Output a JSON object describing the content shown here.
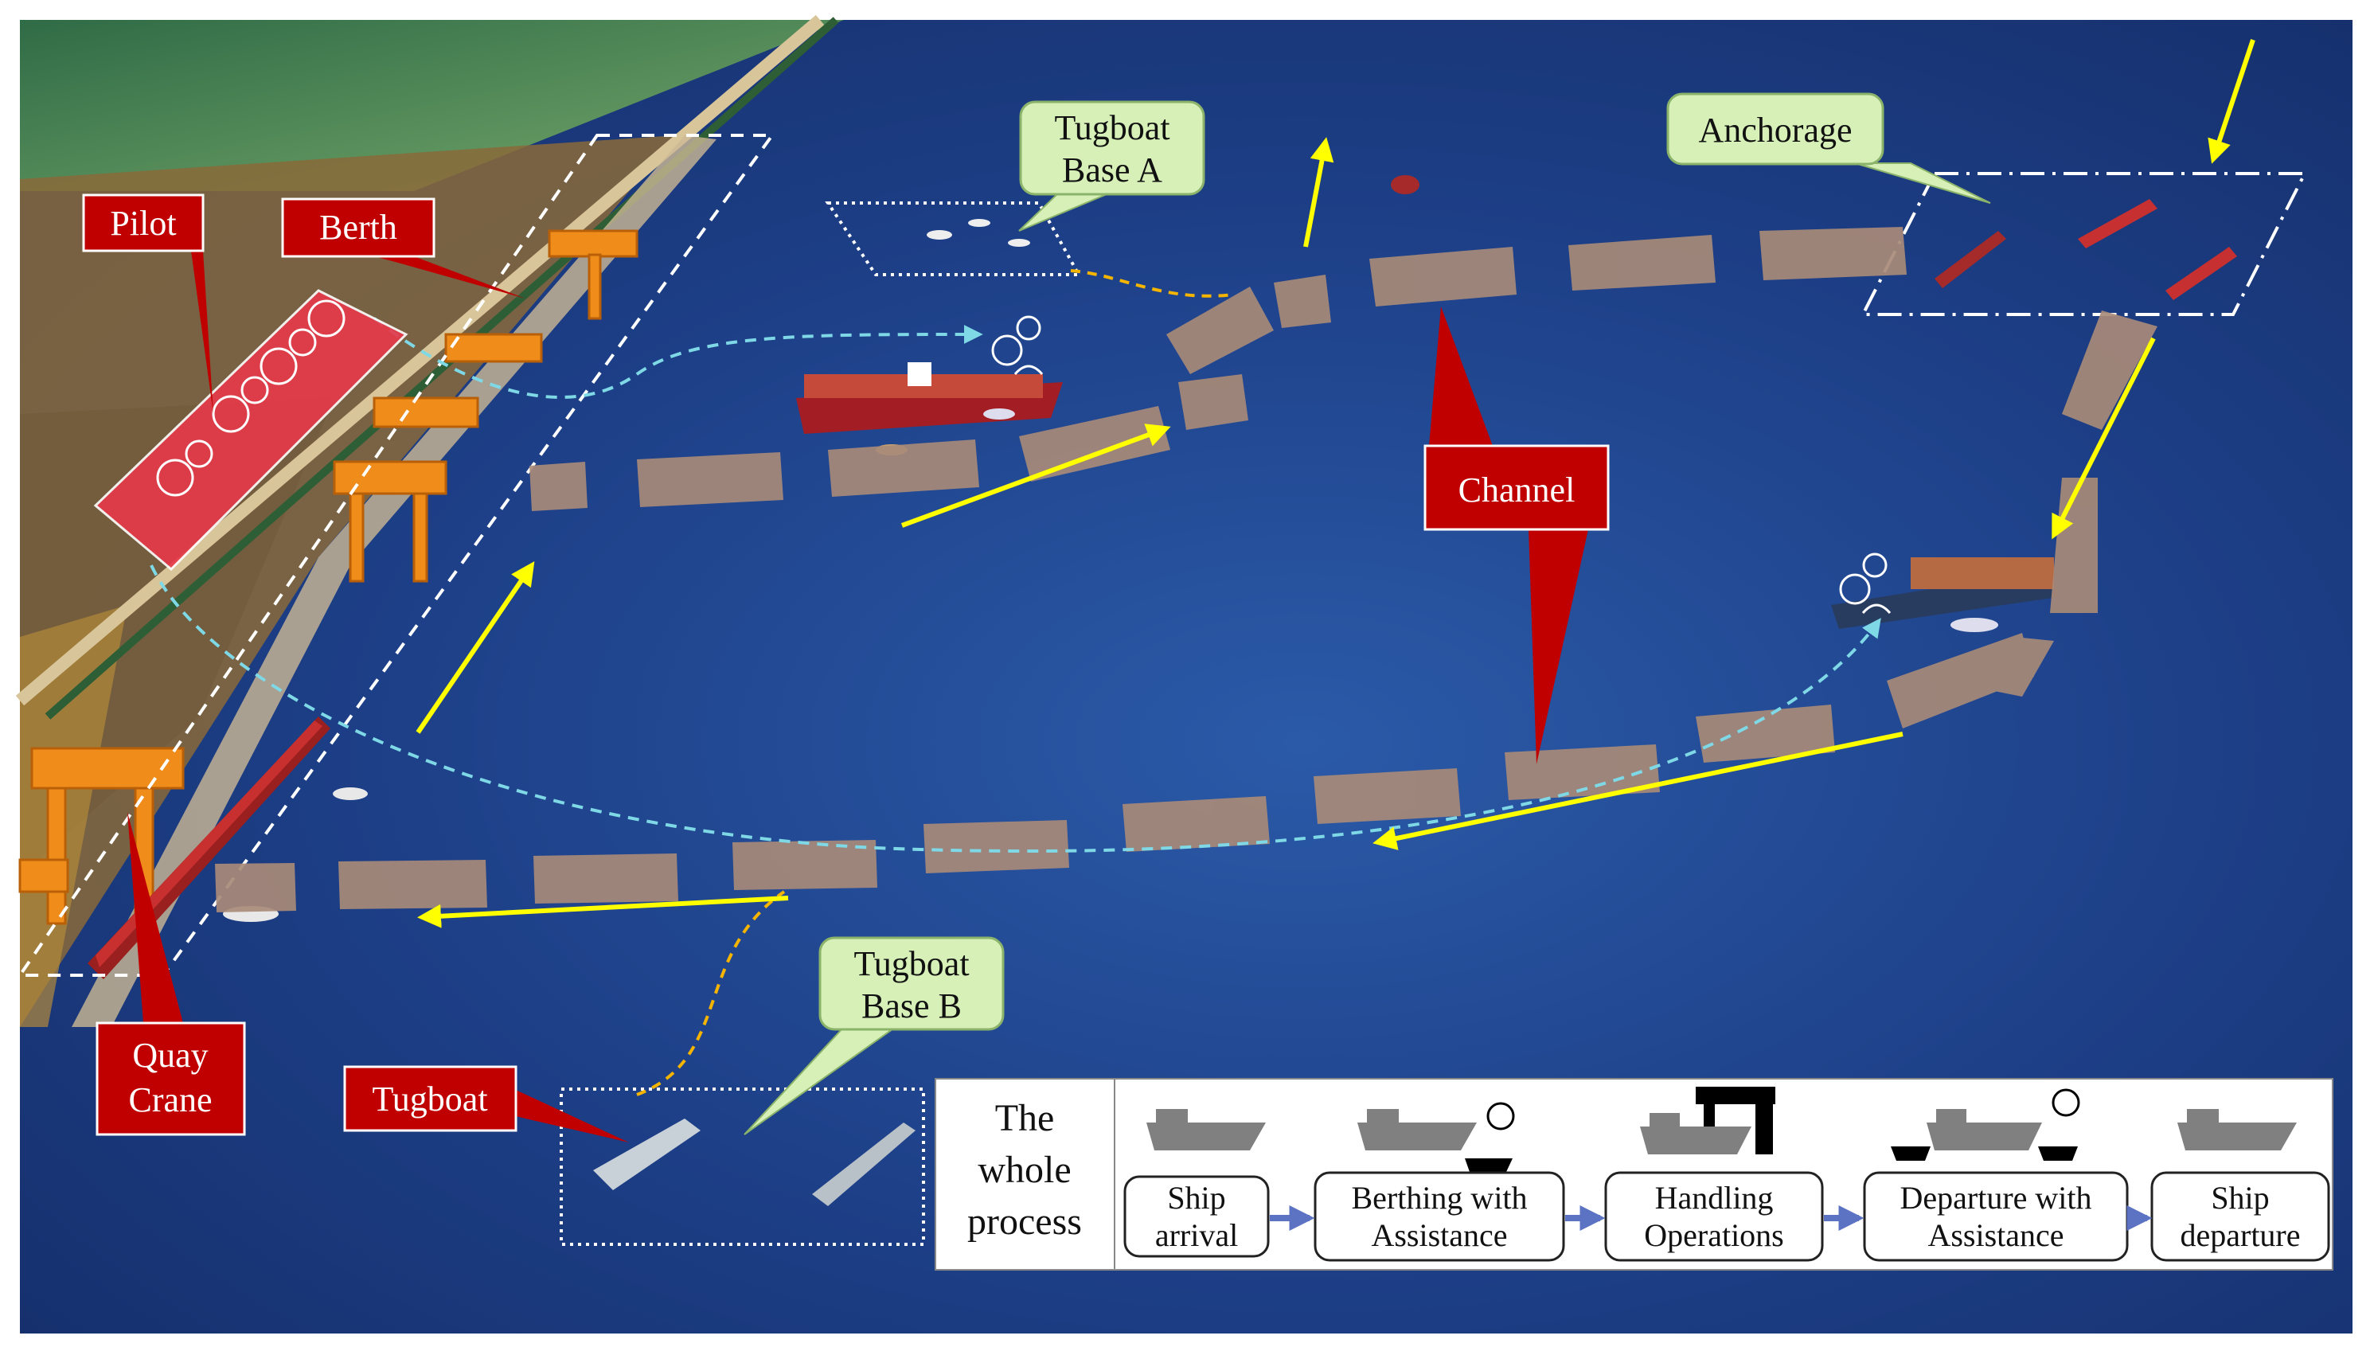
{
  "labels": {
    "pilot": "Pilot",
    "berth": "Berth",
    "channel": "Channel",
    "anchorage": "Anchorage",
    "tugboat": "Tugboat",
    "quay_crane_1": "Quay",
    "quay_crane_2": "Crane",
    "tug_base_a_1": "Tugboat",
    "tug_base_a_2": "Base A",
    "tug_base_b_1": "Tugboat",
    "tug_base_b_2": "Base B"
  },
  "process": {
    "title_1": "The",
    "title_2": "whole",
    "title_3": "process",
    "steps": [
      {
        "line1": "Ship",
        "line2": "arrival",
        "icon": "ship-icon"
      },
      {
        "line1": "Berthing with",
        "line2": "Assistance",
        "icon": "ship-with-tug-and-pilot-icon"
      },
      {
        "line1": "Handling",
        "line2": "Operations",
        "icon": "ship-under-crane-icon"
      },
      {
        "line1": "Departure with",
        "line2": "Assistance",
        "icon": "ship-with-tugs-and-pilot-icon"
      },
      {
        "line1": "Ship",
        "line2": "departure",
        "icon": "ship-icon"
      }
    ]
  },
  "colors": {
    "sea": "#1c3f86",
    "label_red": "#c00000",
    "label_green": "#d6f0b8",
    "channel_segment": "#a88a78",
    "arrow_yellow": "#ffff00",
    "pilot_path": "#7fd8e6",
    "tug_path": "#f5b400"
  }
}
